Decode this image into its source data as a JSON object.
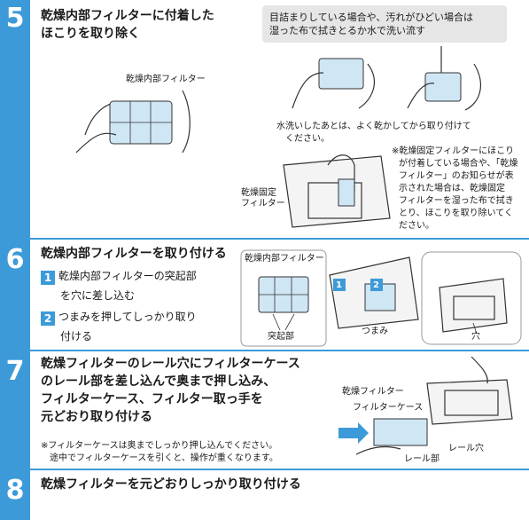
{
  "colors": {
    "accent": "#3d9ad8",
    "note_bg": "#e6e6e6",
    "filter_blue": "#cfe6f5"
  },
  "step5": {
    "number": "5",
    "title_line1": "乾燥内部フィルターに付着した",
    "title_line2": "ほこりを取り除く",
    "note_line1": "目詰まりしている場合や、汚れがひどい場合は",
    "note_line2": "湿った布で拭きとるか水で洗い流す",
    "label_internal_filter": "乾燥内部フィルター",
    "wash_note_line1": "水洗いしたあとは、よく乾かしてから取り付けて",
    "wash_note_line2": "ください。",
    "fixed_filter_label_line1": "乾燥固定",
    "fixed_filter_label_line2": "フィルター",
    "fixed_note_lines": [
      "※乾燥固定フィルターにほこり",
      "が付着している場合や、「乾燥",
      "フィルター」のお知らせが表",
      "示された場合は、乾燥固定",
      "フィルターを湿った布で拭き",
      "とり、ほこりを取り除いてく",
      "ださい。"
    ]
  },
  "step6": {
    "number": "6",
    "title": "乾燥内部フィルターを取り付ける",
    "sub1_badge": "1",
    "sub1_line1": "乾燥内部フィルターの突起部",
    "sub1_line2": "を穴に差し込む",
    "sub2_badge": "2",
    "sub2_line1": "つまみを押してしっかり取り",
    "sub2_line2": "付ける",
    "label_internal_filter": "乾燥内部フィルター",
    "label_protrusion": "突起部",
    "label_knob": "つまみ",
    "label_hole": "穴",
    "fig_badge1": "1",
    "fig_badge2": "2"
  },
  "step7": {
    "number": "7",
    "title_line1": "乾燥フィルターのレール穴にフィルターケース",
    "title_line2": "のレール部を差し込んで奥まで押し込み、",
    "title_line3": "フィルターケース、フィルター取っ手を",
    "title_line4": "元どおり取り付ける",
    "note_line1": "※フィルターケースは奥までしっかり押し込んでください。",
    "note_line2": "途中でフィルターケースを引くと、操作が重くなります。",
    "label_dry_filter": "乾燥フィルター",
    "label_filter_case": "フィルターケース",
    "label_rail_hole": "レール穴",
    "label_rail": "レール部"
  },
  "step8": {
    "number": "8",
    "title": "乾燥フィルターを元どおりしっかり取り付ける"
  }
}
